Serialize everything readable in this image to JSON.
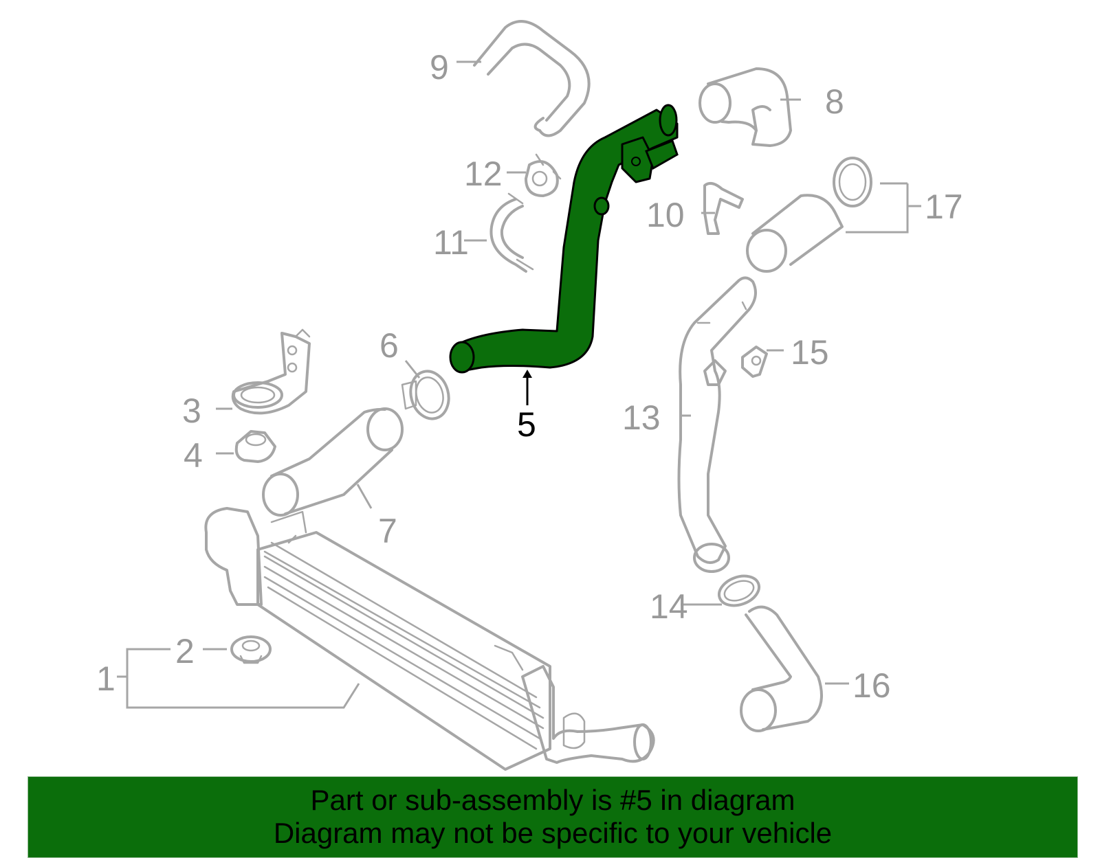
{
  "callouts": [
    {
      "id": "1",
      "label": "1"
    },
    {
      "id": "2",
      "label": "2"
    },
    {
      "id": "3",
      "label": "3"
    },
    {
      "id": "4",
      "label": "4"
    },
    {
      "id": "5",
      "label": "5",
      "highlighted": true
    },
    {
      "id": "6",
      "label": "6"
    },
    {
      "id": "7",
      "label": "7"
    },
    {
      "id": "8",
      "label": "8"
    },
    {
      "id": "9",
      "label": "9"
    },
    {
      "id": "10",
      "label": "10"
    },
    {
      "id": "11",
      "label": "11"
    },
    {
      "id": "12",
      "label": "12"
    },
    {
      "id": "13",
      "label": "13"
    },
    {
      "id": "14",
      "label": "14"
    },
    {
      "id": "15",
      "label": "15"
    },
    {
      "id": "16",
      "label": "16"
    },
    {
      "id": "17",
      "label": "17"
    }
  ],
  "highlight": {
    "part": "5",
    "color": "#0b6e0b",
    "outline": "#000000"
  },
  "colors": {
    "parts": "#a6a6a6",
    "labels": "#999999",
    "banner": "#0b6e0b"
  },
  "banner": {
    "line1": "Part or sub-assembly is #5 in diagram",
    "line2": "Diagram may not be specific to your vehicle"
  }
}
